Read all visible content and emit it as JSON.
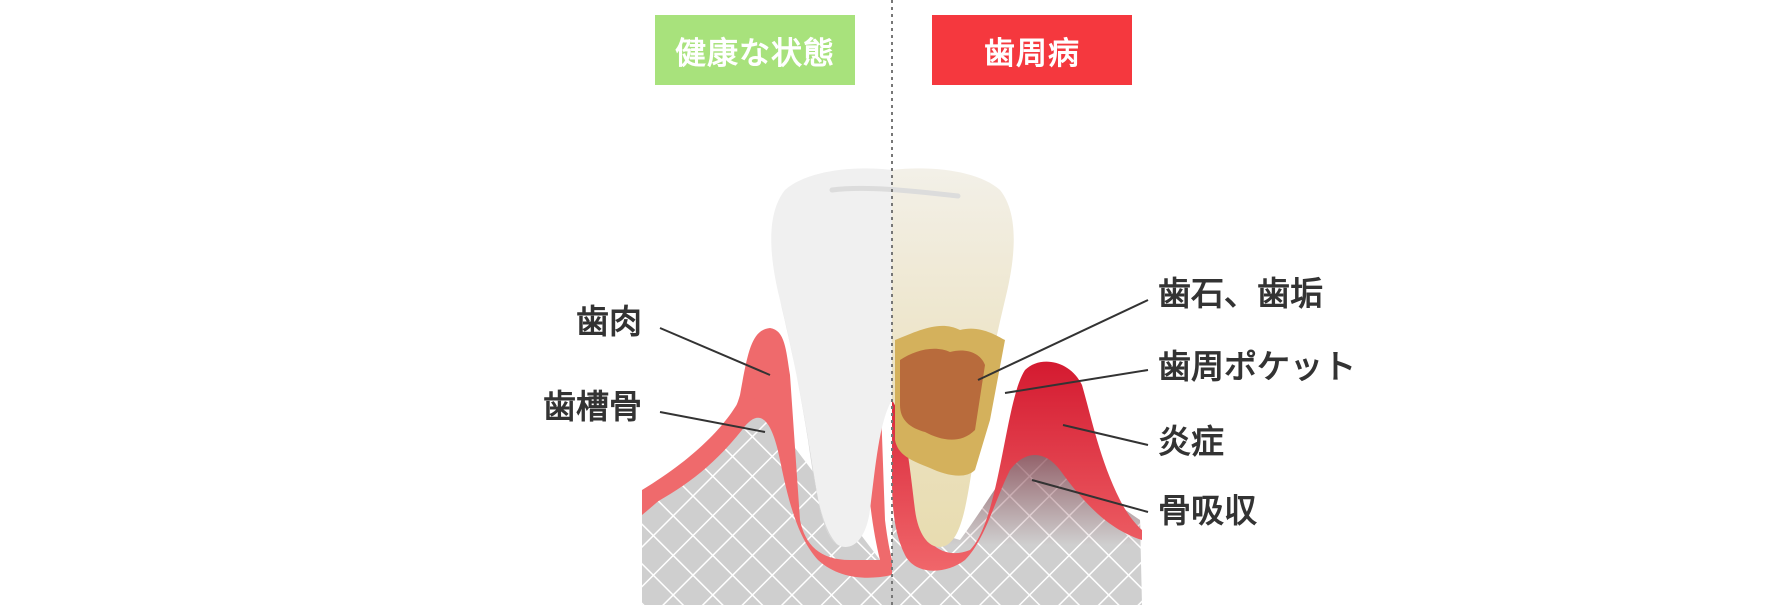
{
  "badges": {
    "healthy": "健康な状態",
    "disease": "歯周病"
  },
  "labels": {
    "gum": "歯肉",
    "alveolar_bone": "歯槽骨",
    "calculus_plaque": "歯石、歯垢",
    "periodontal_pocket": "歯周ポケット",
    "inflammation": "炎症",
    "bone_resorption": "骨吸収"
  },
  "colors": {
    "healthy_badge": "#a8e27c",
    "disease_badge": "#f5383e",
    "gum": "#ef6a6c",
    "inflamed_gum": "#d81e35",
    "bone": "#cfcfcf",
    "tooth": "#f0f0f0",
    "calculus": "#d4b15c",
    "pocket": "#b86b3c",
    "label_text": "#333333"
  }
}
